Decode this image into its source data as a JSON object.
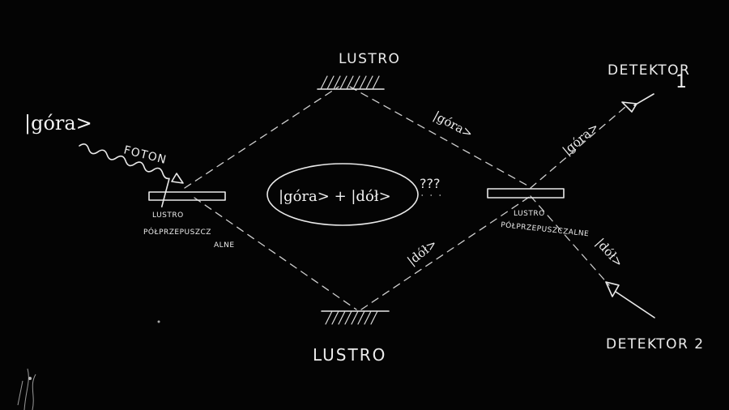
{
  "initial_state": "|góra>",
  "photon_label": "FOTON",
  "beamsplitter_1": {
    "label_line1": "LUSTRO",
    "label_line2": "PÓŁPRZEPUSZCZ",
    "label_line3": "ALNE"
  },
  "beamsplitter_2": {
    "label_line1": "LUSTRO",
    "label_line2": "PÓŁPRZEPUSZCZALNE"
  },
  "mirror_top": {
    "label": "LUSTRO"
  },
  "mirror_bottom": {
    "label": "LUSTRO"
  },
  "superposition": "|góra> + |dół>",
  "question_marks": "???",
  "path_labels": {
    "upper": "|góra>",
    "lower": "|dół>",
    "to_detector_1": "|góra>",
    "to_detector_2": "|dół>"
  },
  "detector_1": {
    "label": "DETEKTOR",
    "number": "1"
  },
  "detector_2": {
    "label": "DETEKTOR 2"
  }
}
